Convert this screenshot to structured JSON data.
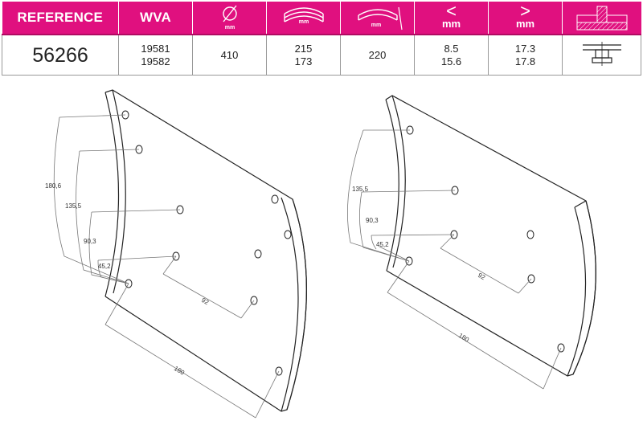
{
  "colors": {
    "accent": "#e0107f",
    "line": "#222222",
    "dim": "#777777"
  },
  "header": {
    "reference": "REFERENCE",
    "wva": "WVA",
    "diameter_unit": "mm",
    "width_unit": "mm",
    "radius_unit": "mm",
    "min_symbol": "<",
    "min_unit": "mm",
    "max_symbol": ">",
    "max_unit": "mm",
    "icons": {
      "diameter": "diameter-icon",
      "width": "lining-width-icon",
      "radius": "curvature-radius-icon",
      "rivet": "rivet-section-icon"
    }
  },
  "row": {
    "reference": "56266",
    "wva": [
      "19581",
      "19582"
    ],
    "diameter": "410",
    "width": [
      "215",
      "173"
    ],
    "radius": "220",
    "min": [
      "8.5",
      "15.6"
    ],
    "max": [
      "17.3",
      "17.8"
    ]
  },
  "drawing_left": {
    "dims": {
      "d1": "180,6",
      "d2": "135,5",
      "d3": "90,3",
      "d4": "45,2",
      "spacing": "92",
      "length": "180"
    }
  },
  "drawing_right": {
    "dims": {
      "d1": "135,5",
      "d2": "90,3",
      "d3": "45,2",
      "spacing": "92",
      "length": "180"
    }
  }
}
